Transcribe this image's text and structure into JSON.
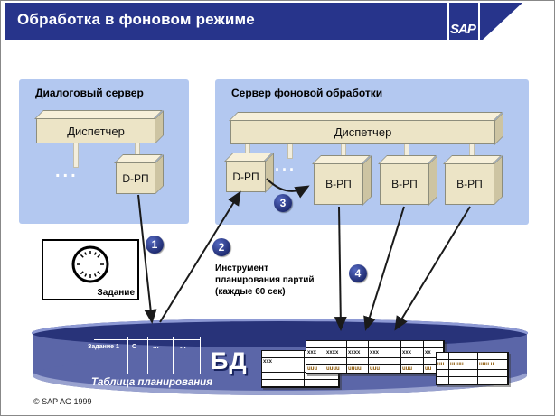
{
  "header": {
    "title": "Обработка в фоновом режиме",
    "logo": "SAP"
  },
  "panels": {
    "dialog": {
      "title": "Диалоговый сервер",
      "dispatcher": "Диспетчер",
      "worker": "D-РП",
      "dots": "..."
    },
    "background": {
      "title": "Сервер фоновой обработки",
      "dispatcher": "Диспетчер",
      "d_worker": "D-РП",
      "dots": "...",
      "b_workers": [
        "В-РП",
        "В-РП",
        "В-РП"
      ]
    }
  },
  "steps": [
    "1",
    "2",
    "3",
    "4"
  ],
  "job_box": {
    "label": "Задание",
    "icon": "clock-icon"
  },
  "scheduler_note": {
    "line1": "Инструмент",
    "line2": "планирования партий",
    "line3": "(каждые 60 сек)"
  },
  "database": {
    "label": "БД",
    "schedule_table": {
      "cells": [
        "Задание 1",
        "С",
        "...",
        "..."
      ],
      "caption": "Таблица планирования"
    },
    "tables": {
      "back_left": [
        [
          "",
          ""
        ],
        [
          "xxx",
          "xxxx"
        ],
        [
          "",
          ""
        ],
        [
          "",
          ""
        ],
        [
          "",
          ""
        ]
      ],
      "middle": [
        [
          "",
          "",
          "",
          "",
          "",
          ""
        ],
        [
          "xxx",
          "xxxx",
          "xxxx",
          "xxx",
          "xxx",
          "xx"
        ],
        [
          "",
          "",
          "",
          "",
          "",
          ""
        ],
        [
          "uuu",
          "uuuu",
          "uuuu",
          "uuu",
          "uuu",
          "uu"
        ]
      ],
      "right_front": [
        [
          "",
          "",
          ""
        ],
        [
          "uu",
          "uuuu",
          "uuu u"
        ],
        [
          "",
          "",
          ""
        ],
        [
          "",
          "",
          ""
        ]
      ]
    }
  },
  "footer": {
    "copyright": "©  SAP AG 1999"
  },
  "colors": {
    "header_navy": "#27348b",
    "panel_blue": "#b3c8f0",
    "box_beige": "#ece4c6",
    "db_top": "#283379",
    "db_body": "#5b66a8",
    "badge_navy": "#24307e"
  }
}
